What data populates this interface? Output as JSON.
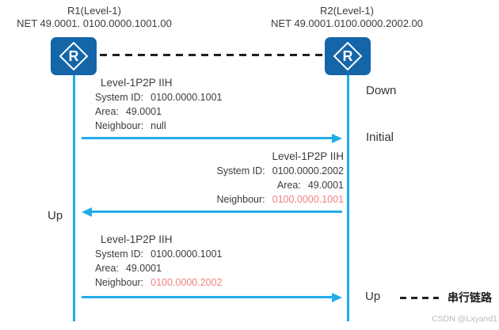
{
  "routers": [
    {
      "name_line": "R1(Level-1)",
      "net_line": "NET 49.0001. 0100.0000.1001.00",
      "icon_letter": "R"
    },
    {
      "name_line": "R2(Level-1)",
      "net_line": "NET 49.0001.0100.0000.2002.00",
      "icon_letter": "R"
    }
  ],
  "messages": [
    {
      "title": "Level-1P2P IIH",
      "direction": "R1-to-R2",
      "rows": [
        {
          "label": "System ID:",
          "value": "0100.0000.1001"
        },
        {
          "label": "Area:",
          "value": "49.0001"
        },
        {
          "label": "Neighbour:",
          "value": "null"
        }
      ]
    },
    {
      "title": "Level-1P2P IIH",
      "direction": "R2-to-R1",
      "rows": [
        {
          "label": "System ID:",
          "value": "0100.0000.2002"
        },
        {
          "label": "Area:",
          "value": "49.0001"
        },
        {
          "label": "Neighbour:",
          "value": "0100.0000.1001"
        }
      ]
    },
    {
      "title": "Level-1P2P IIH",
      "direction": "R1-to-R2",
      "rows": [
        {
          "label": "System ID:",
          "value": "0100.0000.1001"
        },
        {
          "label": "Area:",
          "value": "49.0001"
        },
        {
          "label": "Neighbour:",
          "value": "0100.0000.2002"
        }
      ]
    }
  ],
  "states": {
    "r2_down": "Down",
    "r2_initial": "Initial",
    "r1_up": "Up",
    "r2_up": "Up"
  },
  "legend": {
    "serial_link_label": "串行链路"
  },
  "watermark": "CSDN @Lxyand1",
  "colors": {
    "accent_cyan": "#23aceb",
    "router_blue": "#1565a9",
    "red_value": "#f08080",
    "dash_black": "#1f1f1f",
    "text": "#3c3c3c",
    "watermark_gray": "#bcbcbc"
  }
}
